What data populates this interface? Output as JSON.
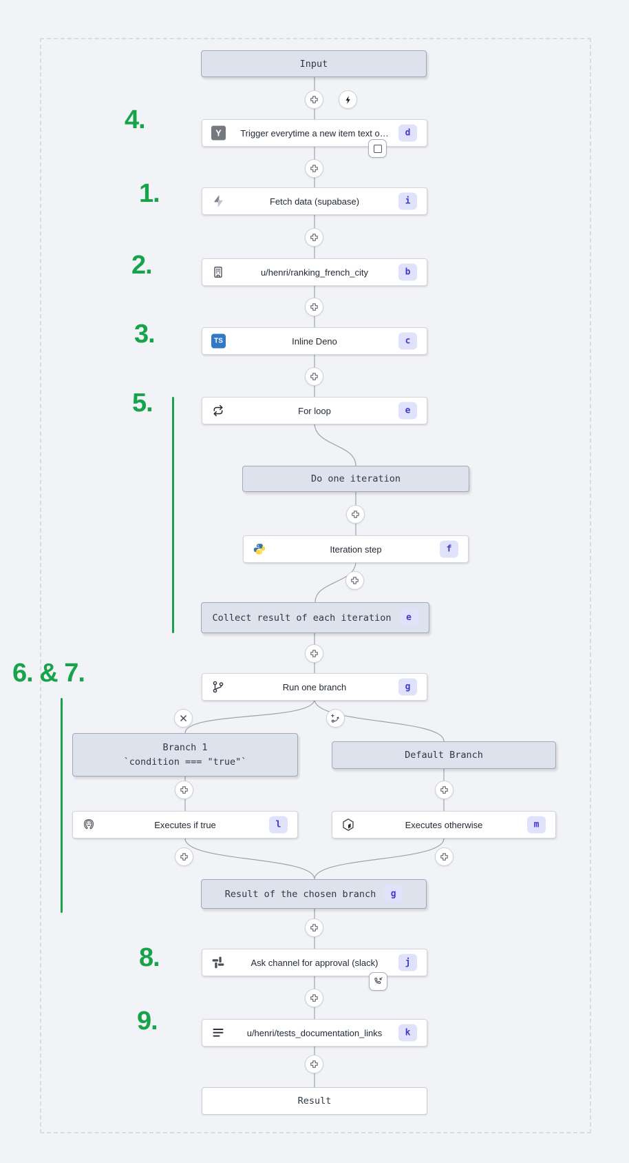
{
  "annotations": {
    "n1": "1.",
    "n2": "2.",
    "n3": "3.",
    "n4": "4.",
    "n5": "5.",
    "n67": "6. & 7.",
    "n8": "8.",
    "n9": "9."
  },
  "nodes": {
    "input": {
      "label": "Input"
    },
    "trigger": {
      "title": "Trigger everytime a new item text o…",
      "badge": "d",
      "icon": "hackernews-y-icon"
    },
    "fetch": {
      "title": "Fetch data (supabase)",
      "badge": "i",
      "icon": "supabase-bolt-icon"
    },
    "ranking": {
      "title": "u/henri/ranking_french_city",
      "badge": "b",
      "icon": "building-icon"
    },
    "inline_deno": {
      "title": "Inline Deno",
      "badge": "c",
      "icon": "typescript-icon"
    },
    "for_loop": {
      "title": "For loop",
      "badge": "e",
      "icon": "repeat-icon"
    },
    "do_one_iteration": {
      "label": "Do one iteration"
    },
    "iteration_step": {
      "title": "Iteration step",
      "badge": "f",
      "icon": "python-icon"
    },
    "collect": {
      "label": "Collect result of each iteration",
      "badge": "e"
    },
    "run_one_branch": {
      "title": "Run one branch",
      "badge": "g",
      "icon": "git-branch-icon"
    },
    "branch1": {
      "line1": "Branch 1",
      "line2": "`condition === \"true\"`"
    },
    "default_branch": {
      "label": "Default Branch"
    },
    "executes_if_true": {
      "title": "Executes if true",
      "badge": "l",
      "icon": "postgresql-icon"
    },
    "executes_otherwise": {
      "title": "Executes otherwise",
      "badge": "m",
      "icon": "cube-icon"
    },
    "result_chosen": {
      "label": "Result of the chosen branch",
      "badge": "g"
    },
    "ask_approval": {
      "title": "Ask channel for approval (slack)",
      "badge": "j",
      "icon": "slack-icon"
    },
    "tests_doc": {
      "title": "u/henri/tests_documentation_links",
      "badge": "k",
      "icon": "menu-lines-icon"
    },
    "result": {
      "label": "Result"
    },
    "ts_logo_text": "TS",
    "hn_logo_text": "Y"
  },
  "colors": {
    "annotation_green": "#16a34a",
    "badge_bg": "#e0e2fb",
    "badge_text": "#4338ca",
    "virtual_box_bg": "#dde2ec",
    "edge": "#9ba2ab",
    "typescript_blue": "#3178c6"
  }
}
